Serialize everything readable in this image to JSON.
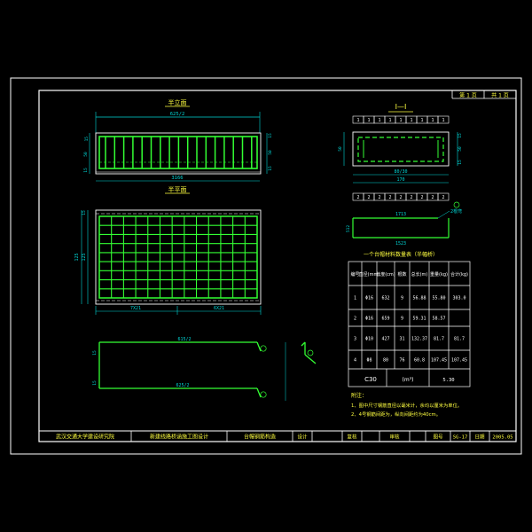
{
  "colors": {
    "background": "#000000",
    "frame": "#ffffff",
    "rebar": "#33ff33",
    "dim": "#00d7d7",
    "text": "#ffffff",
    "title_text": "#ffff40",
    "accent": "#ff5050"
  },
  "sheet": {
    "page_label": "第 1 页",
    "total_label": "共 1 页"
  },
  "elevation": {
    "title": "半立面",
    "top_dim": "625/2",
    "bottom_dim": "3166",
    "left_dims": [
      "15",
      "50",
      "15"
    ],
    "right_dims": [
      "15",
      "50",
      "15"
    ]
  },
  "plan": {
    "title": "半平面",
    "left_dims": [
      "125",
      "15",
      "125"
    ],
    "bottom_dims": [
      "7X21",
      "6X21"
    ]
  },
  "section": {
    "title": "I—I",
    "top_cells": [
      "1",
      "1",
      "1",
      "1",
      "1",
      "1",
      "1",
      "1",
      "1"
    ],
    "left_dims": [
      "5",
      "50",
      "5"
    ],
    "right_dims": [
      "15",
      "50",
      "15"
    ],
    "bottom_dims": [
      "80/30",
      "170"
    ],
    "bottom_cells": [
      "2",
      "2",
      "2",
      "2",
      "2",
      "2",
      "2",
      "2",
      "2"
    ]
  },
  "detail_rebar": {
    "top_dim": "1713",
    "bottom_dim": "1523",
    "left_dim": "512",
    "note": "2根弯"
  },
  "bend_detail": {
    "upper_dim": "615/2",
    "lower_dim": "625/2",
    "left_upper": "15",
    "left_lower": "15"
  },
  "table": {
    "title": "一个台帽材料数量表（半幅桥）",
    "headers": [
      "编号",
      "直径(mm)",
      "长度(cm)",
      "根数",
      "总长(m)",
      "重量(kg)",
      "合计(kg)"
    ],
    "rows": [
      [
        "1",
        "Φ16",
        "632",
        "9",
        "56.88",
        "55.80",
        "303.0"
      ],
      [
        "2",
        "Φ16",
        "659",
        "9",
        "59.31",
        "58.57",
        ""
      ],
      [
        "3",
        "Φ10",
        "427",
        "31",
        "132.37",
        "81.7",
        "81.7"
      ],
      [
        "4",
        "Φ8",
        "80",
        "76",
        "60.8",
        "107.45",
        "107.45"
      ]
    ],
    "concrete_label": "C30",
    "concrete_unit": "(m³)",
    "concrete_value": "5.30"
  },
  "notes": {
    "heading": "附注：",
    "items": [
      "1、图中尺寸钢筋直径以毫米计，余均以厘米为单位。",
      "2、4号钢筋间距为，纵向间距约为40cm。"
    ]
  },
  "title_block": {
    "institute": "武汉交通大学建设研究院",
    "project": "新建线路桥涵施工图设计",
    "drawing_name": "台帽钢筋构造",
    "design_label": "设计",
    "review_label": "复核",
    "approve_label": "审核",
    "sheet_no_label": "图号",
    "sheet_no": "SG-17",
    "date_label": "日期",
    "date": "2005.05"
  }
}
